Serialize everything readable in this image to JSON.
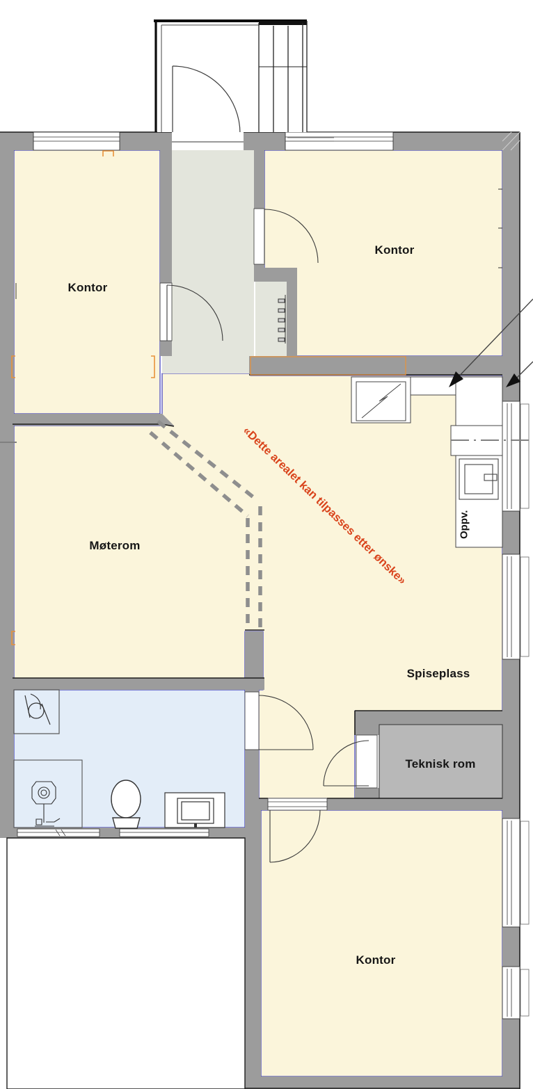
{
  "plan": {
    "rooms": {
      "kontor_top_left": "Kontor",
      "kontor_top_right": "Kontor",
      "moterom": "Møterom",
      "spiseplass": "Spiseplass",
      "teknisk_rom": "Teknisk rom",
      "kontor_bottom": "Kontor",
      "oppv": "Oppv."
    },
    "annotation": "«Dette arealet kan tilpasses etter ønske»",
    "colors": {
      "room_fill": "#FBF5DB",
      "hall_fill": "#E3E5DC",
      "bathroom_fill": "#E3EDF8",
      "teknisk_fill": "#B8B8B8",
      "wall_gray": "#9C9C9C",
      "inner_outline_blue": "#2B2BBB",
      "annotation_red": "#D9441C",
      "marker_orange": "#E8923A",
      "optional_wall_dash": "#8E8E8E"
    }
  }
}
